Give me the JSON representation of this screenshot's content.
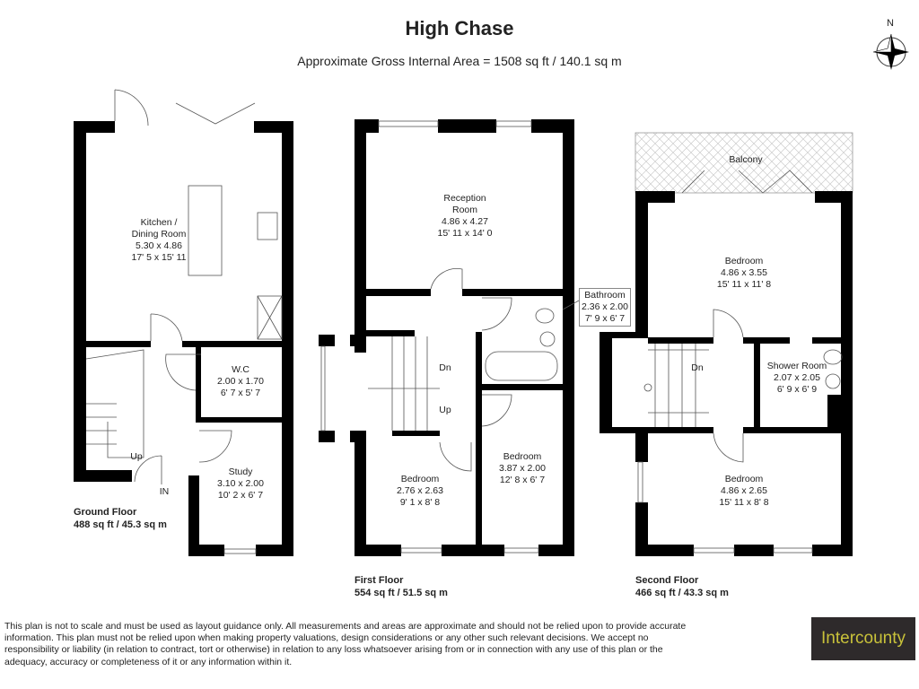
{
  "header": {
    "title": "High Chase",
    "subtitle": "Approximate Gross Internal Area = 1508 sq ft / 140.1 sq m",
    "compass": "N"
  },
  "floors": [
    {
      "name": "Ground Floor",
      "area": "488 sq ft / 45.3 sq m",
      "rooms": [
        {
          "name": "Kitchen /",
          "name2": "Dining Room",
          "metric": "5.30 x 4.86",
          "imperial": "17' 5 x 15' 11"
        },
        {
          "name": "W.C",
          "metric": "2.00 x 1.70",
          "imperial": "6' 7 x 5' 7"
        },
        {
          "name": "Study",
          "metric": "3.10 x 2.00",
          "imperial": "10' 2 x 6' 7"
        }
      ],
      "labels": {
        "up": "Up",
        "entrance": "IN"
      }
    },
    {
      "name": "First Floor",
      "area": "554 sq ft / 51.5 sq m",
      "rooms": [
        {
          "name": "Reception",
          "name2": "Room",
          "metric": "4.86 x 4.27",
          "imperial": "15' 11 x 14' 0"
        },
        {
          "name": "Bathroom",
          "metric": "2.36 x 2.00",
          "imperial": "7' 9 x 6' 7"
        },
        {
          "name": "Bedroom",
          "metric": "2.76 x 2.63",
          "imperial": "9' 1 x 8' 8"
        },
        {
          "name": "Bedroom",
          "metric": "3.87 x 2.00",
          "imperial": "12' 8 x 6' 7"
        }
      ],
      "labels": {
        "down": "Dn",
        "up": "Up"
      }
    },
    {
      "name": "Second Floor",
      "area": "466 sq ft / 43.3 sq m",
      "rooms": [
        {
          "name": "Balcony"
        },
        {
          "name": "Bedroom",
          "metric": "4.86 x 3.55",
          "imperial": "15' 11 x 11' 8"
        },
        {
          "name": "Shower Room",
          "metric": "2.07 x 2.05",
          "imperial": "6' 9 x 6' 9"
        },
        {
          "name": "Bedroom",
          "metric": "4.86 x 2.65",
          "imperial": "15' 11 x 8' 8"
        }
      ],
      "labels": {
        "down": "Dn"
      }
    }
  ],
  "disclaimer": "This plan is not to scale and must be used as layout guidance only. All measurements and areas are approximate and should not be relied upon to provide accurate information. This plan must not be relied upon when making property valuations, design considerations or any other such relevant decisions. We accept no responsibility or liability (in relation to contract, tort or otherwise) in relation to any loss whatsoever arising from or in connection with any use of this plan or the adequacy, accuracy or completeness of it or any information within it.",
  "brand": {
    "name": "Intercounty",
    "bg": "#2e2a2b",
    "fg": "#c9c23a"
  }
}
